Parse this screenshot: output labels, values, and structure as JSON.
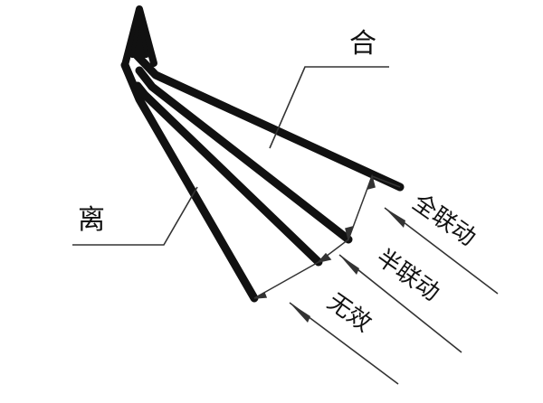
{
  "diagram": {
    "labels": {
      "he": "合",
      "li": "离",
      "quan_liandong": "全联动",
      "ban_liandong": "半联动",
      "wuxiao": "无效"
    }
  }
}
